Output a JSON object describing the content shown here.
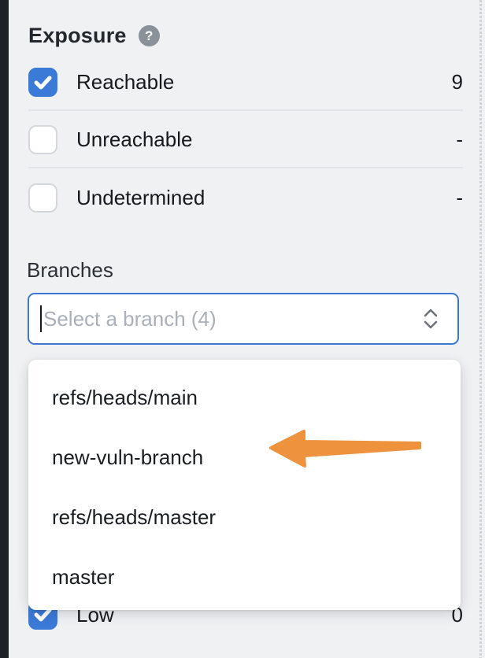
{
  "filters": {
    "exposure": {
      "title": "Exposure",
      "options": [
        {
          "label": "Reachable",
          "count": "9",
          "checked": true
        },
        {
          "label": "Unreachable",
          "count": "-",
          "checked": false
        },
        {
          "label": "Undetermined",
          "count": "-",
          "checked": false
        }
      ]
    },
    "branches": {
      "title": "Branches",
      "select_placeholder": "Select a branch (4)",
      "options": [
        "refs/heads/main",
        "new-vuln-branch",
        "refs/heads/master",
        "master"
      ],
      "arrow_points_to": "new-vuln-branch"
    },
    "severity": {
      "visible_option": {
        "label": "Low",
        "count": "0",
        "checked": true
      }
    }
  },
  "icons": {
    "help": "?"
  },
  "colors": {
    "accent_blue": "#3b7ad7",
    "select_border_blue": "#3c78d3",
    "arrow_orange": "#ef923d",
    "panel_background": "#eff1f3",
    "left_strip": "#1e2226"
  }
}
